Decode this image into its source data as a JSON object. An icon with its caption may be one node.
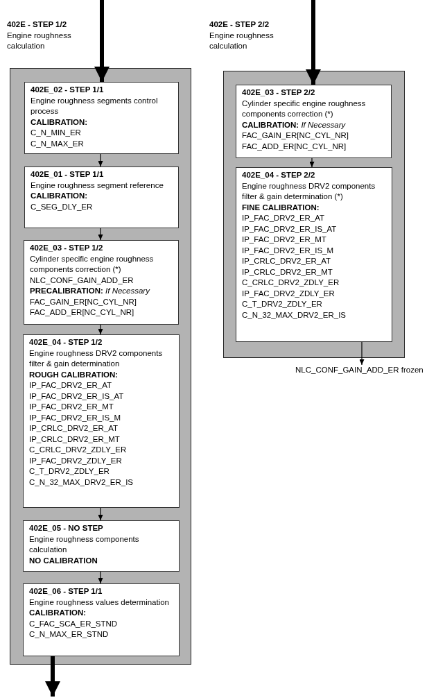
{
  "diagram": {
    "nodes": [
      {
        "text": [
          "402E - STEP 1/2",
          "Engine roughness calculation"
        ]
      },
      {
        "text": [
          "402E_02 - STEP 1/1",
          "Engine roughness segments control process",
          "**CALIBRATION:**",
          "C_N_MIN_ER",
          "C_N_MAX_ER"
        ],
        "in": 0
      },
      {
        "text": [
          "402E_01 - STEP 1/1",
          "Engine roughness segment reference",
          "**CALIBRATION:**",
          "C_SEG_DLY_ER"
        ],
        "in": 0
      },
      {
        "text": [
          "402E_03 - STEP 1/2",
          "Cylinder specific engine roughness components correction (*)",
          "NLC_CONF_GAIN_ADD_ER",
          "**PRECALIBRATION:** *If Necessary*",
          "FAC_GAIN_ER[NC_CYL_NR]",
          "FAC_ADD_ER[NC_CYL_NR]"
        ],
        "in": 0
      },
      {
        "text": [
          "402E_04 - STEP 1/2",
          "Engine roughness DRV2 components filter & gain determination",
          "**ROUGH CALIBRATION:**",
          "IP_FAC_DRV2_ER_AT",
          "IP_FAC_DRV2_ER_IS_AT",
          "IP_FAC_DRV2_ER_MT",
          "IP_FAC_DRV2_ER_IS_M",
          "IP_CRLC_DRV2_ER_AT",
          "IP_CRLC_DRV2_ER_MT",
          "C_CRLC_DRV2_ZDLY_ER",
          "IP_FAC_DRV2_ZDLY_ER",
          "C_T_DRV2_ZDLY_ER",
          "C_N_32_MAX_DRV2_ER_IS"
        ],
        "in": 0
      },
      {
        "text": [
          "402E_05 - NO STEP",
          "Engine roughness components calculation",
          "**NO CALIBRATION**"
        ],
        "in": 0
      },
      {
        "text": [
          "402E_06 - STEP 1/1",
          "Engine roughness values determination",
          "**CALIBRATION:**",
          "C_FAC_SCA_ER_STND",
          "C_N_MAX_ER_STND"
        ],
        "in": 0
      },
      {
        "text": [
          "402E - STEP 2/2",
          "Engine roughness calculation"
        ]
      },
      {
        "text": [
          "402E_03 - STEP 2/2",
          "Cylinder specific engine roughness components correction (*)",
          "**CALIBRATION:** *If Necessary*",
          "FAC_GAIN_ER[NC_CYL_NR]",
          "FAC_ADD_ER[NC_CYL_NR]"
        ],
        "in": 7
      },
      {
        "text": [
          "402E_04 - STEP 2/2",
          "Engine roughness DRV2 components filter & gain determination (*)",
          "**FINE CALIBRATION:**",
          "IP_FAC_DRV2_ER_AT",
          "IP_FAC_DRV2_ER_IS_AT",
          "IP_FAC_DRV2_ER_MT",
          "IP_FAC_DRV2_ER_IS_M",
          "IP_CRLC_DRV2_ER_AT",
          "IP_CRLC_DRV2_ER_MT",
          "C_CRLC_DRV2_ZDLY_ER",
          "IP_FAC_DRV2_ZDLY_ER",
          "C_T_DRV2_ZDLY_ER",
          "C_N_32_MAX_DRV2_ER_IS"
        ],
        "in": 7
      },
      {
        "text": [
          "NLC_CONF_GAIN_ADD_ER frozen"
        ]
      }
    ],
    "edges": [
      {
        "from": null,
        "to": 1,
        "arrow": "to",
        "style": "thick"
      },
      {
        "from": 1,
        "to": 2,
        "arrow": "to"
      },
      {
        "from": 2,
        "to": 3,
        "arrow": "to"
      },
      {
        "from": 3,
        "to": 4,
        "arrow": "to"
      },
      {
        "from": 4,
        "to": 5,
        "arrow": "to"
      },
      {
        "from": 5,
        "to": 6,
        "arrow": "to"
      },
      {
        "from": 6,
        "to": null,
        "arrow": "to",
        "style": "thick"
      },
      {
        "from": null,
        "to": 8,
        "arrow": "to",
        "style": "thick"
      },
      {
        "from": 8,
        "to": 9,
        "arrow": "to"
      },
      {
        "from": 9,
        "to": 10,
        "arrow": "to"
      }
    ]
  }
}
